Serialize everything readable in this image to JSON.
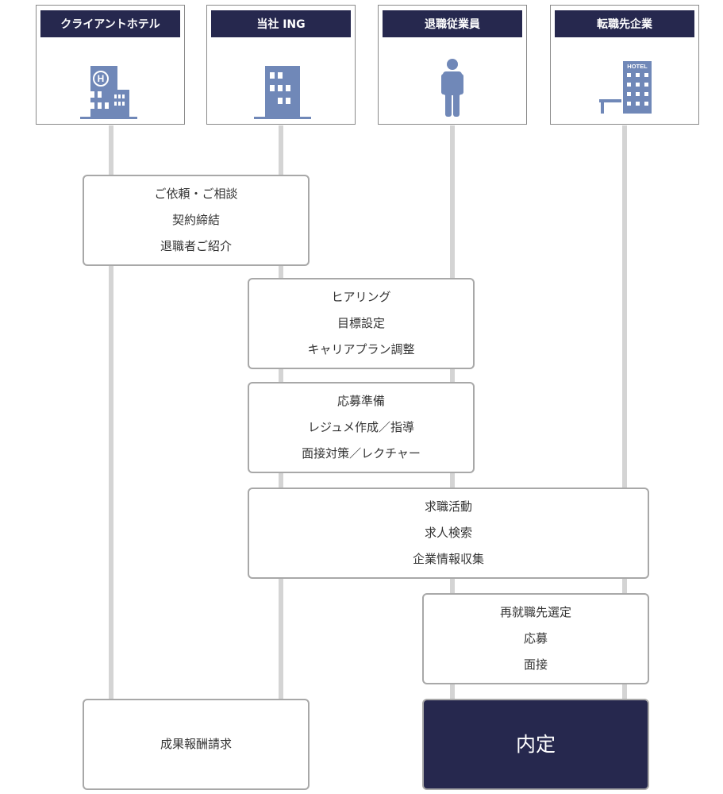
{
  "actors": [
    {
      "label": "クライアントホテル",
      "icon": "hotel-h-building-icon"
    },
    {
      "label": "当社 ING",
      "icon": "office-building-icon"
    },
    {
      "label": "退職従業員",
      "icon": "person-icon"
    },
    {
      "label": "転職先企業",
      "icon": "hotel-bench-icon"
    }
  ],
  "icon_labels": {
    "hotel_h": "H",
    "hotel_sign": "HOTEL"
  },
  "steps": [
    {
      "lines": [
        "ご依頼・ご相談",
        "契約締結",
        "退職者ご紹介"
      ]
    },
    {
      "lines": [
        "ヒアリング",
        "目標設定",
        "キャリアプラン調整"
      ]
    },
    {
      "lines": [
        "応募準備",
        "レジュメ作成／指導",
        "面接対策／レクチャー"
      ]
    },
    {
      "lines": [
        "求職活動",
        "求人検索",
        "企業情報収集"
      ]
    },
    {
      "lines": [
        "再就職先選定",
        "応募",
        "面接"
      ]
    },
    {
      "lines": [
        "成果報酬請求"
      ]
    },
    {
      "lines": [
        "内定"
      ]
    }
  ],
  "colors": {
    "header_bg": "#26284e",
    "icon": "#7088b8",
    "lane_line": "#d4d4d4",
    "box_border": "#a8a8a8"
  }
}
